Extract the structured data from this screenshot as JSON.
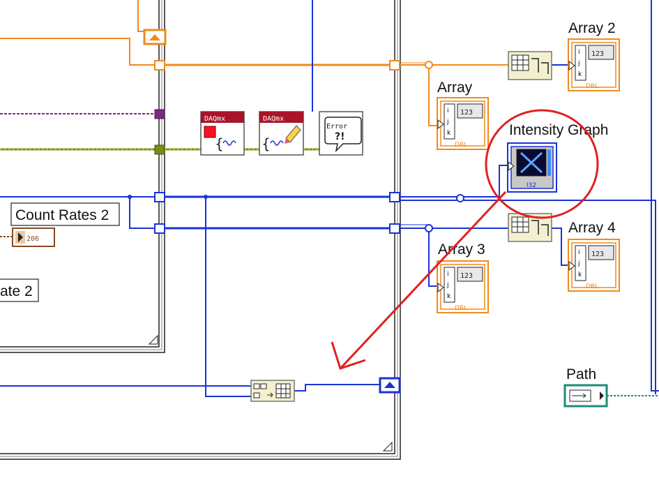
{
  "diagram": {
    "indicators": {
      "array_2": "Array 2",
      "array": "Array",
      "intensity_graph": "Intensity Graph",
      "array_4": "Array 4",
      "array_3": "Array 3",
      "path": "Path"
    },
    "labels": {
      "count_rates_2": "Count Rates 2",
      "rate_2_partial": "ate 2"
    },
    "nodes": {
      "daqmx_tag": "DAQmx",
      "error_text": "Error",
      "error_symbol": "?!",
      "numeric_type": "123",
      "dbl_type": "DBL",
      "i32_type": "I32",
      "count_constant": "206"
    },
    "colors": {
      "orange_wire": "#f08a1c",
      "blue_wire": "#1a33d6",
      "purple_wire": "#7a2a80",
      "olive_wire": "#7c8a18",
      "teal_wire": "#1f8a7a",
      "annotation_red": "#e02020"
    },
    "icons": {
      "shift_register_up": "triangle-up-icon",
      "build_array": "build-array-icon",
      "reshape": "reshape-array-icon",
      "daq_stop": "daqmx-stop-icon",
      "daq_clear": "daqmx-clear-icon",
      "error_handler": "error-dialog-icon",
      "path_control": "path-icon"
    }
  }
}
